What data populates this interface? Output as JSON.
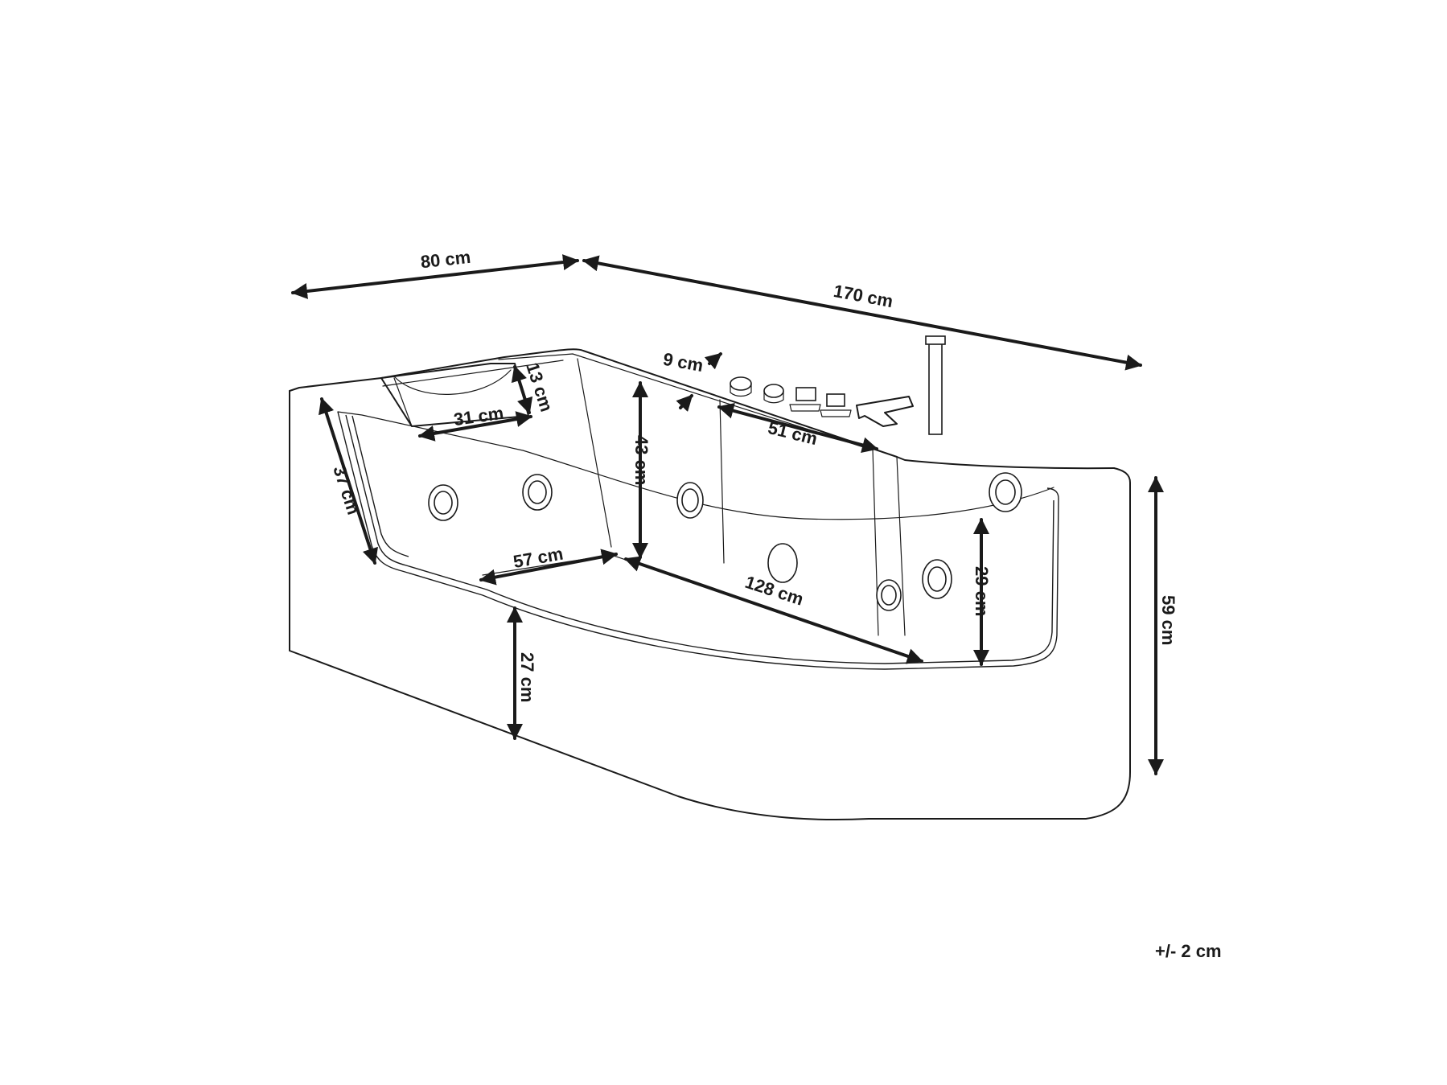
{
  "diagram": {
    "dimensions": {
      "width_80": "80 cm",
      "length_170": "170 cm",
      "rim_9": "9 cm",
      "headrest_13": "13 cm",
      "headrest_31": "31 cm",
      "side_37": "37 cm",
      "depth_43": "43 cm",
      "deck_51": "51 cm",
      "floor_57": "57 cm",
      "floor_128": "128 cm",
      "glass_29": "29 cm",
      "base_27": "27 cm",
      "height_59": "59 cm"
    },
    "tolerance": "+/- 2 cm"
  }
}
